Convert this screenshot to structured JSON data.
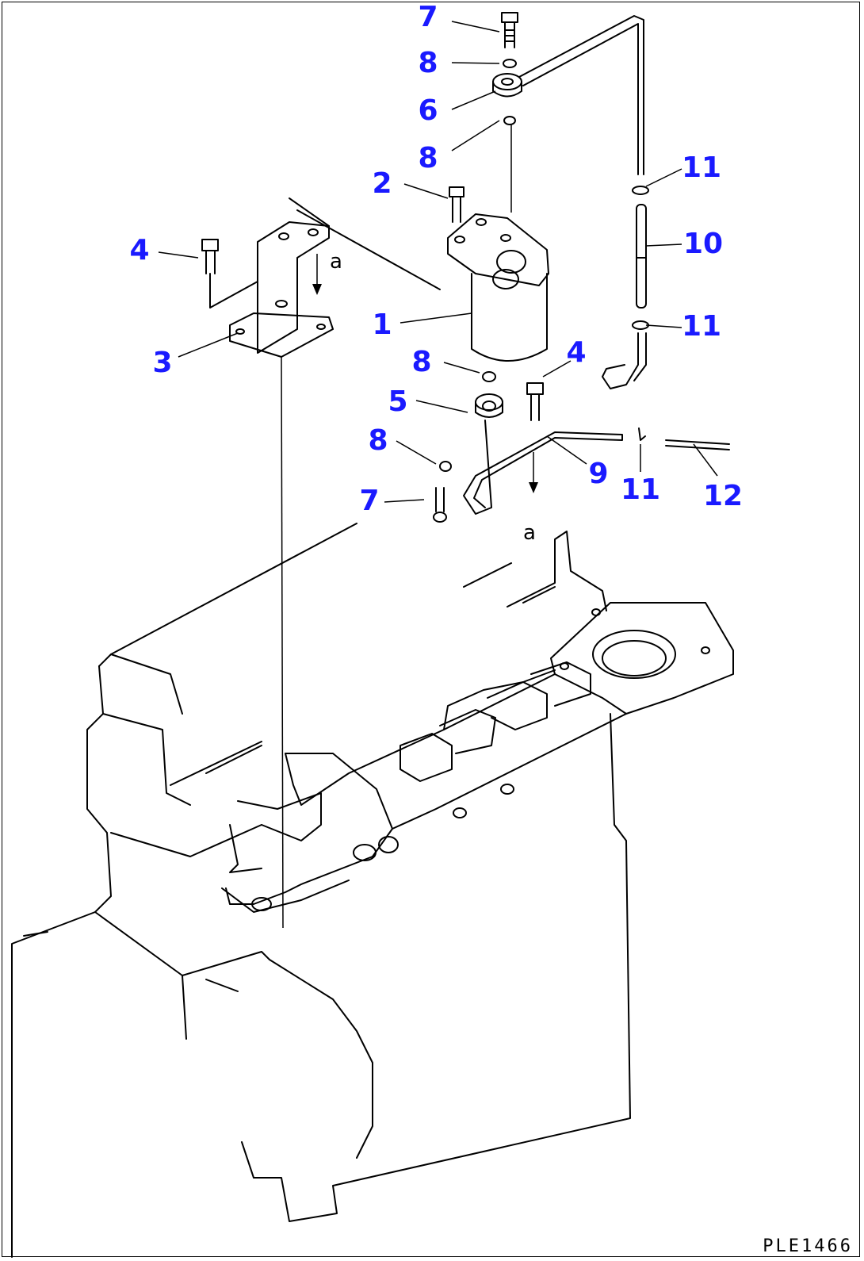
{
  "diagram": {
    "drawing_code": "PLE1466",
    "view_marker": "a",
    "callouts": [
      {
        "id": "c7-top",
        "label": "7"
      },
      {
        "id": "c8-top",
        "label": "8"
      },
      {
        "id": "c6",
        "label": "6"
      },
      {
        "id": "c8-mid",
        "label": "8"
      },
      {
        "id": "c2",
        "label": "2"
      },
      {
        "id": "c4-left",
        "label": "4"
      },
      {
        "id": "c3",
        "label": "3"
      },
      {
        "id": "c1",
        "label": "1"
      },
      {
        "id": "c8-low",
        "label": "8"
      },
      {
        "id": "c5",
        "label": "5"
      },
      {
        "id": "c8-bottom",
        "label": "8"
      },
      {
        "id": "c7-bottom",
        "label": "7"
      },
      {
        "id": "c4-right",
        "label": "4"
      },
      {
        "id": "c9",
        "label": "9"
      },
      {
        "id": "c11-top",
        "label": "11"
      },
      {
        "id": "c10",
        "label": "10"
      },
      {
        "id": "c11-mid",
        "label": "11"
      },
      {
        "id": "c11-bottom",
        "label": "11"
      },
      {
        "id": "c12",
        "label": "12"
      }
    ],
    "colors": {
      "callout": "#1a1aff",
      "line": "#000000",
      "background": "#ffffff"
    }
  }
}
